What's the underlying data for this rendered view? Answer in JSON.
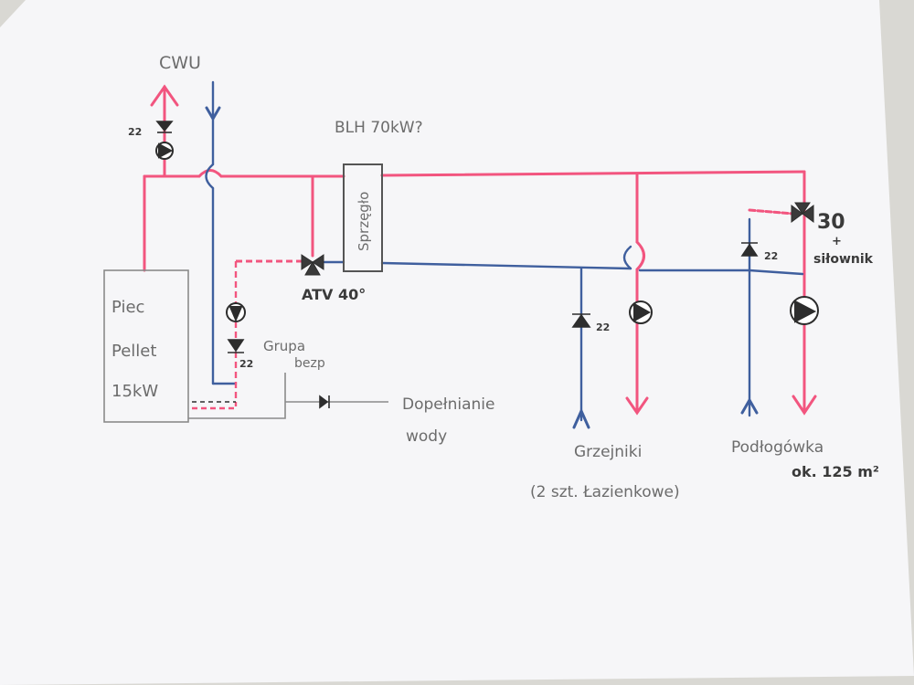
{
  "labels": {
    "cwu": "CWU",
    "blh": "BLH 70kW?",
    "sprzeglo": "Sprzęgło",
    "piec_line1": "Piec",
    "piec_line2": "Pellet",
    "piec_line3": "15kW",
    "atv": "ATV 40°",
    "grupa_line1": "Grupa",
    "grupa_line2": "bezp",
    "dopelnianie_line1": "Dopełnianie",
    "dopelnianie_line2": "wody",
    "grzejniki": "Grzejniki",
    "grzejniki_note": "(2 szt. Łazienkowe)",
    "podlogowka": "Podłogówka",
    "podlogowka_area": "ok. 125 m²",
    "valve_30": "30",
    "valve_plus": "+",
    "silownik": "siłownik",
    "check_22_cwu": "22",
    "check_22_grupa": "22",
    "check_22_grzejniki": "22",
    "check_22_podlogowka": "22"
  },
  "colors": {
    "supply": "#f2557f",
    "return": "#3f5f9e",
    "pencil": "#8a8a8a",
    "ink": "#2d2d2d",
    "paper": "#f7f7f9"
  }
}
